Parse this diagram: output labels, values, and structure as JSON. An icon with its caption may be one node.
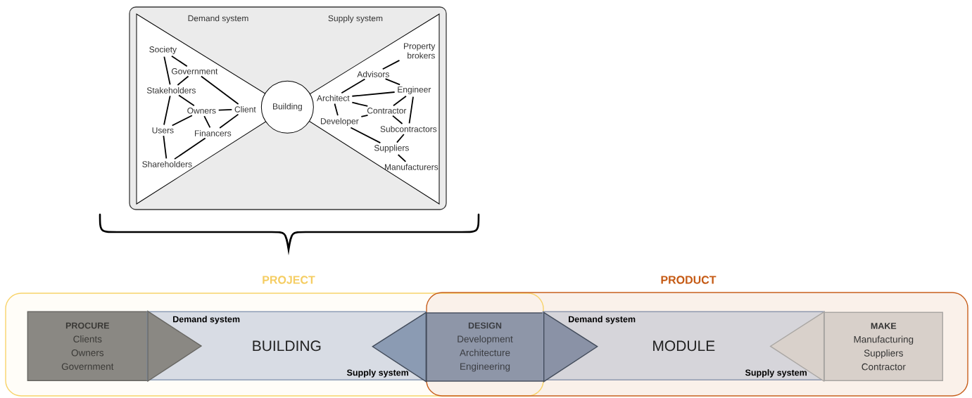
{
  "diagram": {
    "nodes": [
      {
        "text": [
          "Demand system",
          "Supply system"
        ]
      },
      {
        "text": [
          "Building"
        ],
        "in": 0
      },
      {
        "text": [
          "Society"
        ],
        "in": 0
      },
      {
        "text": [
          "Government"
        ],
        "in": 0
      },
      {
        "text": [
          "Stakeholders"
        ],
        "in": 0
      },
      {
        "text": [
          "Owners"
        ],
        "in": 0
      },
      {
        "text": [
          "Client"
        ],
        "in": 0
      },
      {
        "text": [
          "Users"
        ],
        "in": 0
      },
      {
        "text": [
          "Financers"
        ],
        "in": 0
      },
      {
        "text": [
          "Shareholders"
        ],
        "in": 0
      },
      {
        "text": [
          "Property brokers"
        ],
        "in": 0
      },
      {
        "text": [
          "Advisors"
        ],
        "in": 0
      },
      {
        "text": [
          "Engineer"
        ],
        "in": 0
      },
      {
        "text": [
          "Architect"
        ],
        "in": 0
      },
      {
        "text": [
          "Contractor"
        ],
        "in": 0
      },
      {
        "text": [
          "Developer"
        ],
        "in": 0
      },
      {
        "text": [
          "Subcontractors"
        ],
        "in": 0
      },
      {
        "text": [
          "Suppliers"
        ],
        "in": 0
      },
      {
        "text": [
          "Manufacturers"
        ],
        "in": 0
      },
      {
        "text": [
          "PROJECT"
        ]
      },
      {
        "text": [
          "PRODUCT"
        ]
      },
      {
        "text": [
          "PROCURE",
          "Clients",
          "Owners",
          "Government"
        ],
        "in": 19
      },
      {
        "text": [
          "Demand system",
          "BUILDING",
          "Supply system"
        ],
        "in": 19
      },
      {
        "text": [
          "DESIGN",
          "Development",
          "Architecture",
          "Engineering"
        ]
      },
      {
        "text": [
          "Demand system",
          "MODULE",
          "Supply system"
        ],
        "in": 20
      },
      {
        "text": [
          "MAKE",
          "Manufacturing",
          "Suppliers",
          "Contractor"
        ],
        "in": 20
      }
    ],
    "edges": [
      {
        "from": 2,
        "to": 3,
        "arrow": "none"
      },
      {
        "from": 2,
        "to": 4,
        "arrow": "none"
      },
      {
        "from": 3,
        "to": 4,
        "arrow": "none"
      },
      {
        "from": 3,
        "to": 6,
        "arrow": "none"
      },
      {
        "from": 4,
        "to": 5,
        "arrow": "none"
      },
      {
        "from": 4,
        "to": 7,
        "arrow": "none"
      },
      {
        "from": 5,
        "to": 6,
        "arrow": "none"
      },
      {
        "from": 5,
        "to": 7,
        "arrow": "none"
      },
      {
        "from": 5,
        "to": 8,
        "arrow": "none"
      },
      {
        "from": 6,
        "to": 8,
        "arrow": "none"
      },
      {
        "from": 7,
        "to": 9,
        "arrow": "none"
      },
      {
        "from": 8,
        "to": 9,
        "arrow": "none"
      },
      {
        "from": 10,
        "to": 11,
        "arrow": "none"
      },
      {
        "from": 11,
        "to": 12,
        "arrow": "none"
      },
      {
        "from": 11,
        "to": 13,
        "arrow": "none"
      },
      {
        "from": 13,
        "to": 12,
        "arrow": "none"
      },
      {
        "from": 13,
        "to": 15,
        "arrow": "none"
      },
      {
        "from": 13,
        "to": 14,
        "arrow": "none"
      },
      {
        "from": 12,
        "to": 14,
        "arrow": "none"
      },
      {
        "from": 12,
        "to": 16,
        "arrow": "none"
      },
      {
        "from": 14,
        "to": 15,
        "arrow": "none"
      },
      {
        "from": 14,
        "to": 16,
        "arrow": "none"
      },
      {
        "from": 15,
        "to": 17,
        "arrow": "none"
      },
      {
        "from": 16,
        "to": 17,
        "arrow": "none"
      },
      {
        "from": 17,
        "to": 18,
        "arrow": "none"
      },
      {
        "from": 21,
        "to": 22,
        "arrow": "to",
        "color": "#8a8883"
      },
      {
        "from": 23,
        "to": 22,
        "arrow": "to",
        "color": "#8b9bb3"
      },
      {
        "from": 23,
        "to": 24,
        "arrow": "to",
        "color": "#8a92a6"
      },
      {
        "from": 25,
        "to": 24,
        "arrow": "to",
        "color": "#d9d1cb"
      }
    ]
  }
}
